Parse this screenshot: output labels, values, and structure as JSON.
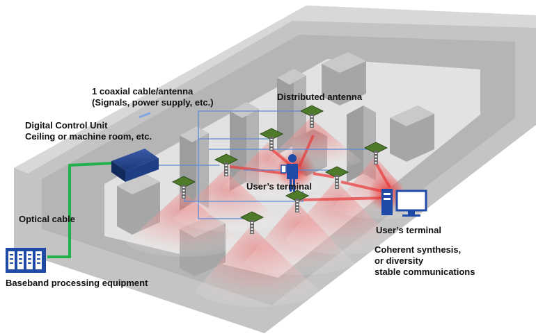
{
  "labels": {
    "coax_line1": "1 coaxial cable/antenna",
    "coax_line2": "(Signals, power supply, etc.)",
    "distributed_antenna": "Distributed antenna",
    "dcu_line1": "Digital Control Unit",
    "dcu_line2": "Ceiling or machine room, etc.",
    "users_terminal_inner": "User’s terminal",
    "users_terminal_right": "User’s terminal",
    "optical_cable": "Optical cable",
    "coherent_line1": "Coherent synthesis,",
    "coherent_line2": "or diversity",
    "coherent_line3": "stable communications",
    "baseband": "Baseband processing equipment"
  },
  "colors": {
    "floor": "#b9b9b9",
    "pillar_face": "#a9a9a9",
    "optical_cable": "#22b14c",
    "coax_line": "#5b8bd6",
    "antenna_board": "#4f7a2a",
    "dcu_body": "#1b3a7a",
    "signal_red": "#e84040"
  },
  "icons": {
    "dcu": "control-unit-icon",
    "baseband": "baseband-rack-icon",
    "antenna": "antenna-icon",
    "person": "person-icon",
    "pc": "pc-icon"
  }
}
